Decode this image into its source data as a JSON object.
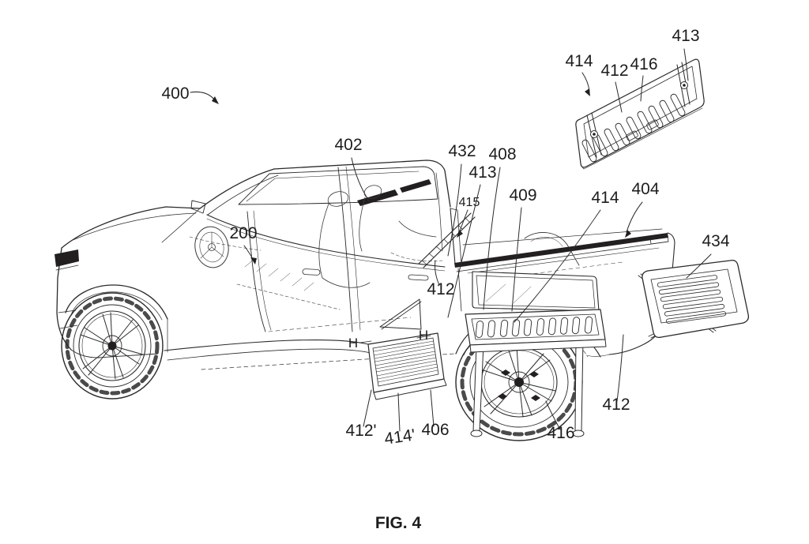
{
  "figure": {
    "caption": "FIG. 4",
    "labels": {
      "truck_400": "400",
      "cab_402": "402",
      "interior_200": "200",
      "bed_404": "404",
      "step_406": "406",
      "tunnel_408": "408",
      "table_409": "409",
      "door_412_mid": "412",
      "door_412_rear": "412",
      "door_412_prime": "412'",
      "pin_413_main": "413",
      "rail_414_main": "414",
      "rail_414_prime": "414'",
      "arrow_415": "415",
      "leg_416_main": "416",
      "roofpanel_432": "432",
      "tailgate_434": "434",
      "section_h_left": "H",
      "section_h_right": "H"
    },
    "detail_labels": {
      "rail_414": "414",
      "door_412": "412",
      "leg_416": "416",
      "pin_413": "413"
    }
  }
}
